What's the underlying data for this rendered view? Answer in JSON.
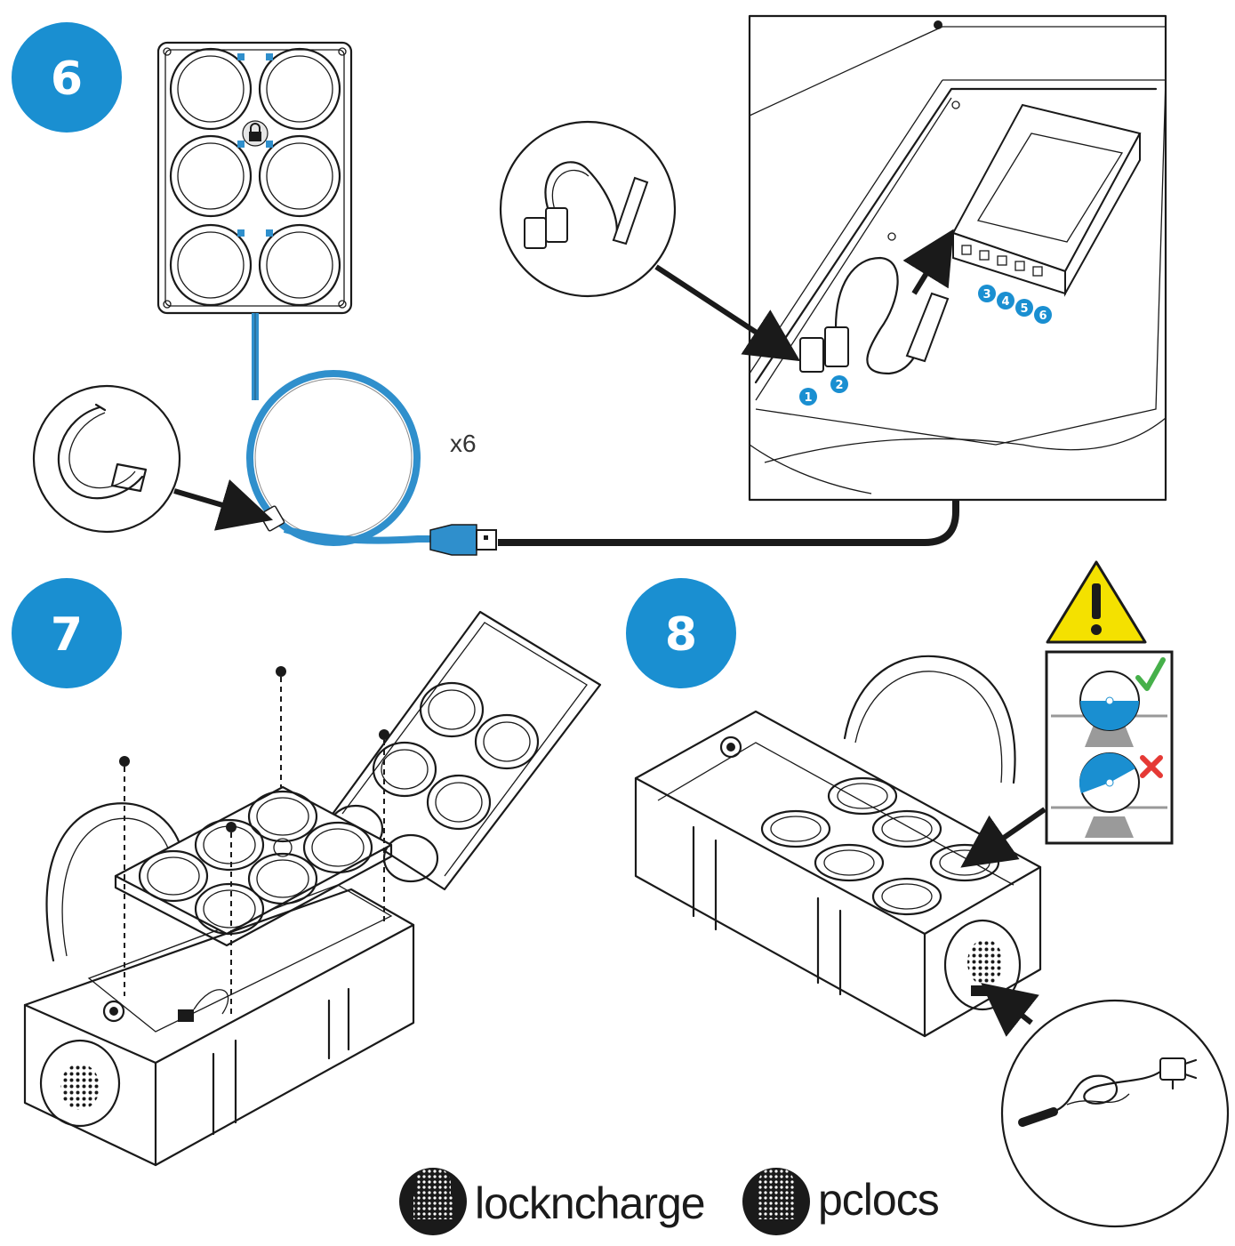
{
  "steps": [
    {
      "number": "6"
    },
    {
      "number": "7"
    },
    {
      "number": "8"
    }
  ],
  "step6": {
    "multiplier": "x6",
    "usb_ports": [
      "1",
      "2",
      "3",
      "4",
      "5",
      "6"
    ]
  },
  "step8": {
    "check_mark": "✓",
    "cross_mark": "✕"
  },
  "brands": [
    {
      "name": "locknch",
      "emphasis": "n",
      "tail": "arge",
      "full": "locknCharge"
    },
    {
      "name": "pclocs"
    }
  ],
  "colors": {
    "accent_blue": "#1a8fd1",
    "cable_blue": "#2f8fcc",
    "warning_yellow": "#f4e100",
    "check_green": "#46b04a",
    "cross_red": "#e53935",
    "ink": "#1a1a1a"
  },
  "icons": [
    "warning-triangle-icon",
    "check-icon",
    "cross-icon",
    "usb-plug-icon",
    "velcro-tie-icon",
    "power-cable-icon",
    "lock-icon"
  ]
}
